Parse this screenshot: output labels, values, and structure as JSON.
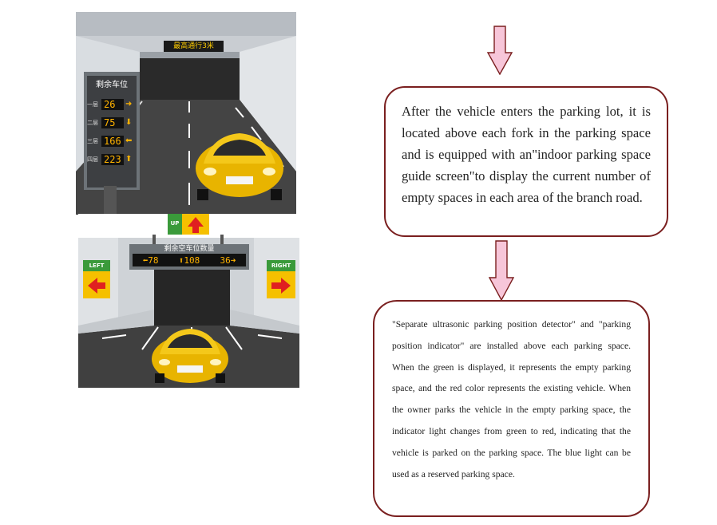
{
  "top_panel": {
    "exit_sign": "最高通行3米",
    "board_title": "剩余车位",
    "levels": [
      {
        "label": "一层",
        "count": "26",
        "dir": "right-arrow"
      },
      {
        "label": "二层",
        "count": "75",
        "dir": "down-arrow"
      },
      {
        "label": "三层",
        "count": "166",
        "dir": "left-arrow"
      },
      {
        "label": "四层",
        "count": "223",
        "dir": "up-arrow"
      }
    ]
  },
  "bottom_panel": {
    "up_label": "UP",
    "left_label": "LEFT",
    "right_label": "RIGHT",
    "board_title": "剩余空车位数量",
    "counts": {
      "left": "78",
      "straight": "108",
      "right": "36"
    }
  },
  "text_box_1": "After the vehicle enters the parking lot, it is located above each fork in the parking space and is equipped with an\"indoor parking space guide screen\"to display the current number of empty spaces in each area of the branch road.",
  "text_box_2": "\"Separate ultrasonic parking position detector\" and \"parking position indicator\" are installed above each parking space. When the green is displayed, it represents the empty parking space, and the red color represents the existing vehicle. When the owner parks the vehicle in the empty parking space, the indicator light changes from green to red, indicating that the vehicle is parked on the parking space. The blue light can be used as a reserved parking space.",
  "colors": {
    "box_border": "#7a1f1f",
    "arrow_fill": "#f7c6d9",
    "led_amber": "#ffb300",
    "sign_green": "#3a9a3a",
    "sign_yellow": "#f5c000",
    "car_yellow": "#e8b400"
  }
}
